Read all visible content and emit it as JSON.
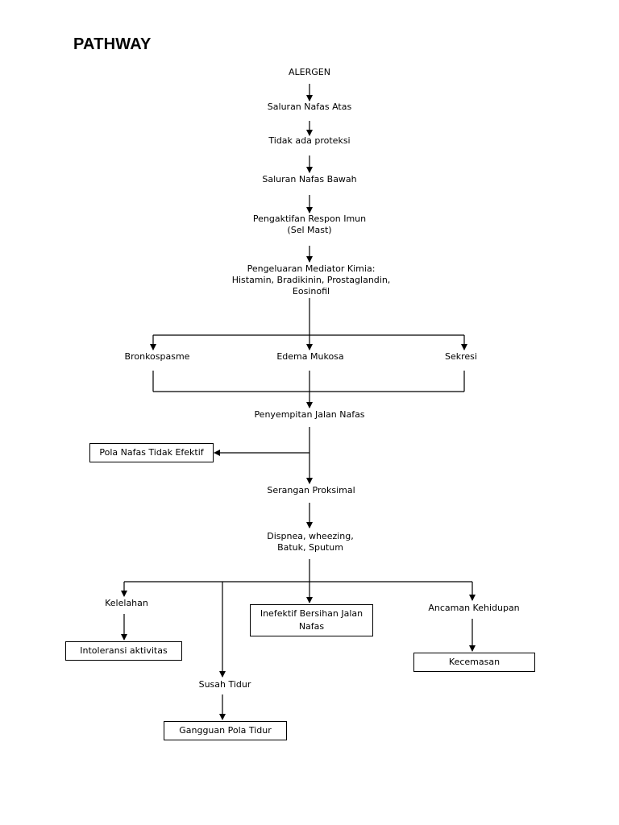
{
  "title": "PATHWAY",
  "nodes": {
    "alergen": "ALERGEN",
    "saluran_atas": "Saluran Nafas Atas",
    "tidak_proteksi": "Tidak ada proteksi",
    "saluran_bawah": "Saluran Nafas Bawah",
    "respon_imun_1": "Pengaktifan Respon Imun",
    "respon_imun_2": "(Sel Mast)",
    "mediator_1": "Pengeluaran Mediator Kimia:",
    "mediator_2": "Histamin, Bradikinin, Prostaglandin,",
    "mediator_3": "Eosinofil",
    "bronkospasme": "Bronkospasme",
    "edema": "Edema Mukosa",
    "sekresi": "Sekresi",
    "penyempitan": "Penyempitan Jalan Nafas",
    "pola_nafas": "Pola Nafas Tidak Efektif",
    "serangan": "Serangan Proksimal",
    "dispnea_1": "Dispnea, wheezing,",
    "dispnea_2": "Batuk, Sputum",
    "kelelahan": "Kelelahan",
    "intoleransi": "Intoleransi aktivitas",
    "inefektif_1": "Inefektif Bersihan Jalan",
    "inefektif_2": "Nafas",
    "ancaman": "Ancaman Kehidupan",
    "kecemasan": "Kecemasan",
    "susah_tidur": "Susah Tidur",
    "gangguan_tidur": "Gangguan Pola Tidur"
  }
}
